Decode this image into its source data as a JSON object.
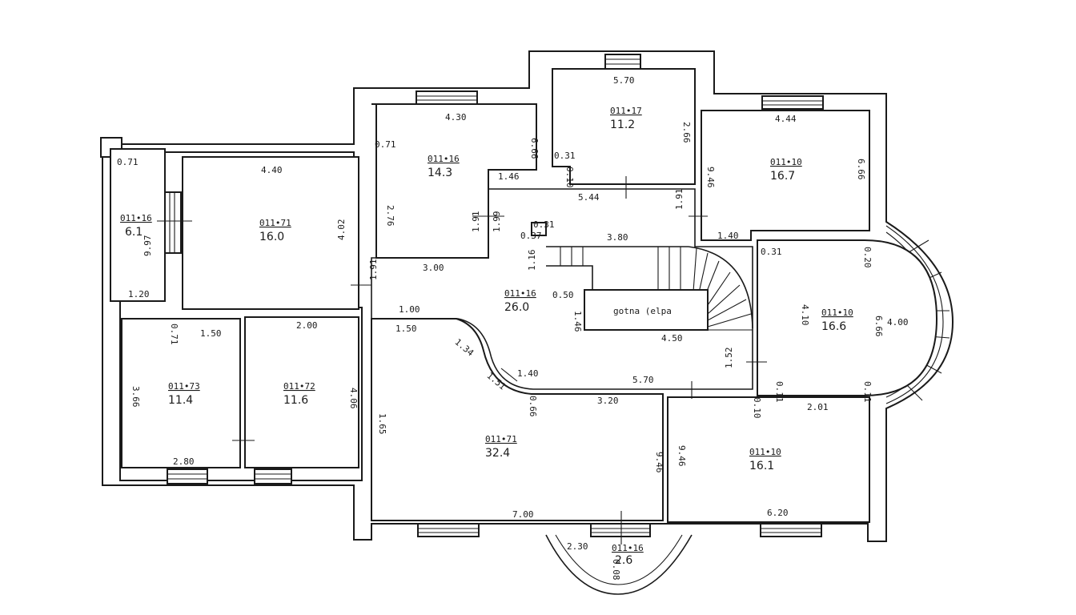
{
  "rooms": [
    {
      "id": "r1",
      "code": "011•16",
      "area": "6.1"
    },
    {
      "id": "r2",
      "code": "011•71",
      "area": "16.0"
    },
    {
      "id": "r3",
      "code": "011•16",
      "area": "14.3"
    },
    {
      "id": "r4",
      "code": "011•17",
      "area": "11.2"
    },
    {
      "id": "r5",
      "code": "011•10",
      "area": "16.7"
    },
    {
      "id": "r6",
      "code": "011•16",
      "area": "26.0"
    },
    {
      "id": "r7",
      "code": "011•10",
      "area": "16.6"
    },
    {
      "id": "r8",
      "code": "011•73",
      "area": "11.4"
    },
    {
      "id": "r9",
      "code": "011•72",
      "area": "11.6"
    },
    {
      "id": "r10",
      "code": "011•71",
      "area": "32.4"
    },
    {
      "id": "r11",
      "code": "011•10",
      "area": "16.1"
    },
    {
      "id": "r12",
      "code": "011•16",
      "area": "2.6"
    }
  ],
  "dims": [
    "4.40",
    "4.30",
    "5.70",
    "4.44",
    "0.71",
    "6.66",
    "2.66",
    "9.46",
    "6.66",
    "0.31",
    "0.10",
    "1.46",
    "5.44",
    "1.91",
    "1.40",
    "2.76",
    "1.91",
    "1.99",
    "0.31",
    "0.37",
    "3.80",
    "0.31",
    "0.20",
    "9.97",
    "1.20",
    "4.02",
    "1.91",
    "3.00",
    "1.16",
    "0.50",
    "4.10",
    "6.66",
    "4.00",
    "1.00",
    "1.46",
    "4.50",
    "1.50",
    "1.34",
    "1.51",
    "1.40",
    "5.70",
    "1.52",
    "0.11",
    "0.11",
    "0.66",
    "0.71",
    "1.50",
    "2.00",
    "3.66",
    "4.06",
    "1.65",
    "3.20",
    "0.10",
    "2.01",
    "9.46",
    "9.46",
    "2.80",
    "7.00",
    "6.20",
    "2.30",
    "0.08",
    "0.71"
  ],
  "stair_label": "gotna (elpa"
}
